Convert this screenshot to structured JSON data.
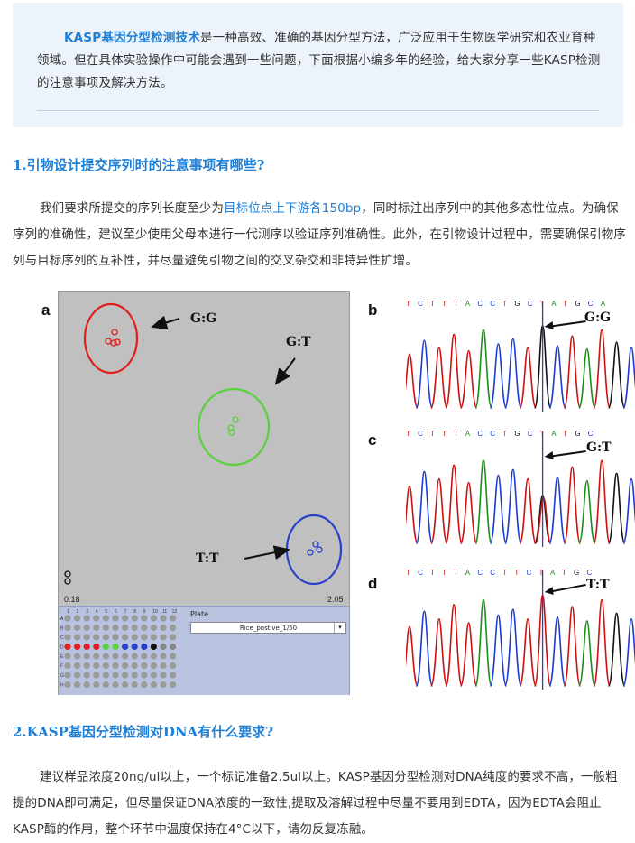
{
  "intro": {
    "highlight": "KASP基因分型检测技术",
    "text": "是一种高效、准确的基因分型方法，广泛应用于生物医学研究和农业育种领域。但在具体实验操作中可能会遇到一些问题，下面根据小编多年的经验，给大家分享一些KASP检测的注意事项及解决方法。"
  },
  "section1": {
    "heading": "1.引物设计提交序列时的注意事项有哪些?",
    "text_before": "我们要求所提交的序列长度至少为",
    "highlight": "目标位点上下游各150bp",
    "text_after": "，同时标注出序列中的其他多态性位点。为确保序列的准确性，建议至少使用父母本进行一代测序以验证序列准确性。此外，在引物设计过程中，需要确保引物序列与目标序列的互补性，并尽量避免引物之间的交叉杂交和非特异性扩增。"
  },
  "figure": {
    "panels": [
      "a",
      "b",
      "c",
      "d"
    ],
    "scatter": {
      "cluster_labels": [
        "G:G",
        "G:T",
        "T:T"
      ],
      "axis_min_label": "0.18",
      "axis_max_label": "2.05",
      "cluster_colors": [
        "#e01e1e",
        "#5ad13c",
        "#2840c8"
      ],
      "plate_label": "Plate",
      "plate_value": "Rice_postive_1/50",
      "plate_columns": [
        "1",
        "2",
        "3",
        "4",
        "5",
        "6",
        "7",
        "8",
        "9",
        "10",
        "11",
        "12"
      ],
      "plate_rows": [
        "A",
        "B",
        "C",
        "D",
        "E",
        "F",
        "G",
        "H"
      ]
    },
    "chromatograms": [
      {
        "sequence": "TCTTTACCTGCTATGCA",
        "genotype": "G:G"
      },
      {
        "sequence": "TCTTTACCTGCTATGC",
        "genotype": "G:T"
      },
      {
        "sequence": "TCTTTACCTTCTATGC",
        "genotype": "T:T"
      }
    ],
    "trace_colors": {
      "A": "#1a8f1a",
      "C": "#1b3bd6",
      "G": "#111111",
      "T": "#cc1111"
    }
  },
  "section2": {
    "heading": "2.KASP基因分型检测对DNA有什么要求?",
    "text": "建议样品浓度20ng/ul以上，一个标记准备2.5ul以上。KASP基因分型检测对DNA纯度的要求不高，一般粗提的DNA即可满足，但尽量保证DNA浓度的一致性,提取及溶解过程中尽量不要用到EDTA，因为EDTA会阻止KASP酶的作用，整个环节中温度保持在4°C以下，请勿反复冻融。"
  }
}
